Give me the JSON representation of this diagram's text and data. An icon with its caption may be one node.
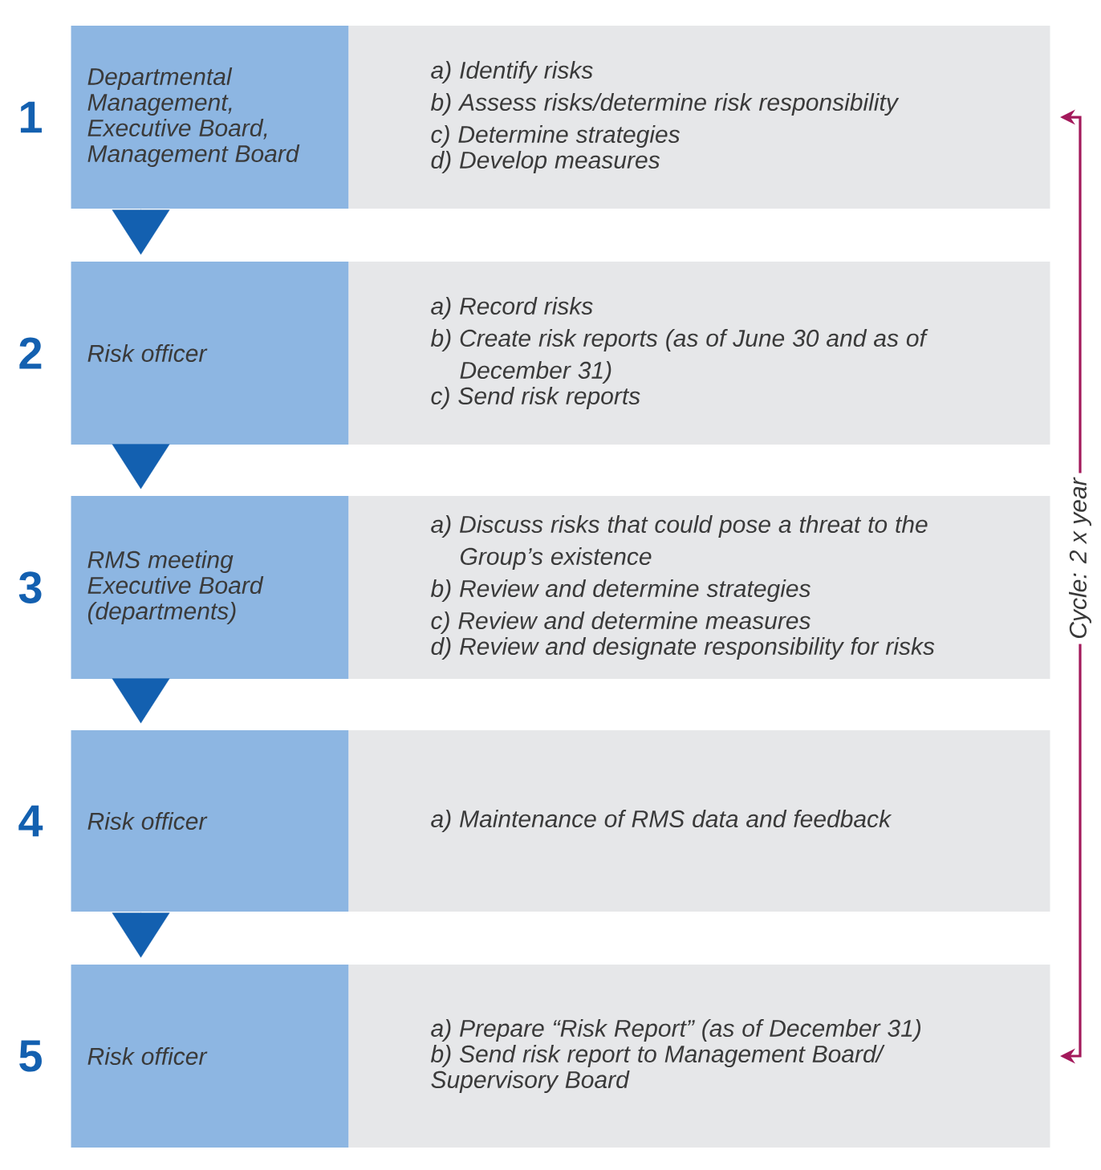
{
  "diagram": {
    "nodes": [
      {
        "text": [
          "Departmental Management, Executive Board, Management Board"
        ],
        "beside": [
          "1"
        ]
      },
      {
        "text": [
          "a) Identify risks",
          "b) Assess risks/determine risk responsibility",
          "c) Determine strategies",
          "d) Develop measures"
        ]
      },
      {
        "text": [
          "Risk officer"
        ],
        "beside": [
          "2"
        ]
      },
      {
        "text": [
          "a) Record risks",
          "b) Create risk reports (as of June 30 and as of December 31)",
          "c) Send risk reports"
        ]
      },
      {
        "text": [
          "RMS meeting Executive Board (departments)"
        ],
        "beside": [
          "3"
        ]
      },
      {
        "text": [
          "a) Discuss risks that could pose a threat to the Group’s existence",
          "b) Review and determine strategies",
          "c) Review and determine measures",
          "d) Review and designate responsibility for risks"
        ]
      },
      {
        "text": [
          "Risk officer"
        ],
        "beside": [
          "4"
        ]
      },
      {
        "text": [
          "a) Maintenance of RMS data and feedback"
        ]
      },
      {
        "text": [
          "Risk officer"
        ],
        "beside": [
          "5"
        ]
      },
      {
        "text": [
          "a) Prepare “Risk Report” (as of December 31)",
          "b) Send risk report to Management Board/ Supervisory Board"
        ]
      },
      {
        "text": [
          "Cycle: 2 x year"
        ]
      }
    ],
    "edges": [
      {
        "from": 0,
        "to": 2,
        "arrow": "to"
      },
      {
        "from": 2,
        "to": 4,
        "arrow": "to"
      },
      {
        "from": 4,
        "to": 6,
        "arrow": "to"
      },
      {
        "from": 6,
        "to": 8,
        "arrow": "to"
      },
      {
        "from": 10,
        "to": 1,
        "arrow": "to",
        "color": "#a3195b"
      },
      {
        "from": 10,
        "to": 9,
        "arrow": "to",
        "color": "#a3195b"
      }
    ]
  }
}
